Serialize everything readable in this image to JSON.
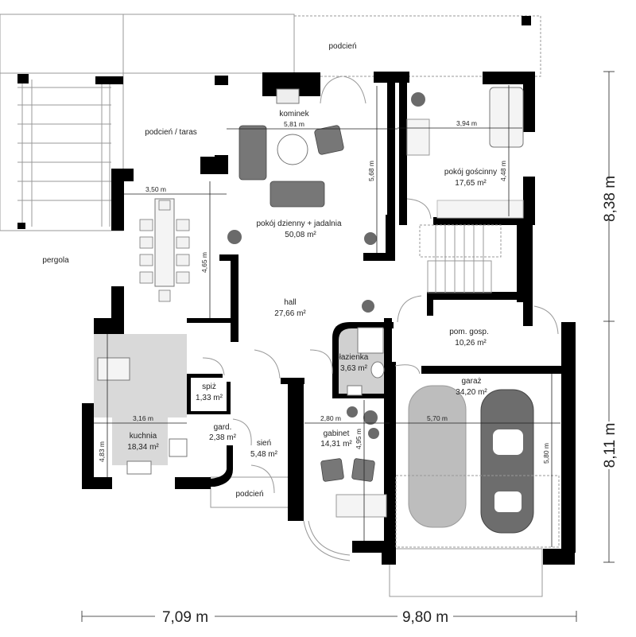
{
  "rooms": {
    "podcien_top": {
      "name": "podcień"
    },
    "taras": {
      "name": "podcień / taras"
    },
    "pergola": {
      "name": "pergola"
    },
    "kominek": {
      "name": "kominek"
    },
    "living": {
      "name": "pokój dzienny + jadalnia",
      "area": "50,08 m²"
    },
    "guest": {
      "name": "pokój gościnny",
      "area": "17,65 m²"
    },
    "hall": {
      "name": "hall",
      "area": "27,66 m²"
    },
    "bath": {
      "name": "łazienka",
      "area": "3,63 m²"
    },
    "utility": {
      "name": "pom. gosp.",
      "area": "10,26 m²"
    },
    "garage": {
      "name": "garaż",
      "area": "34,20 m²"
    },
    "pantry": {
      "name": "spiż",
      "area": "1,33 m²"
    },
    "wardrobe": {
      "name": "gard.",
      "area": "2,38 m²"
    },
    "kitchen": {
      "name": "kuchnia",
      "area": "18,34 m²"
    },
    "vestibule": {
      "name": "sień",
      "area": "5,48 m²"
    },
    "office": {
      "name": "gabinet",
      "area": "14,31 m²"
    },
    "podcien_entry": {
      "name": "podcień"
    }
  },
  "dimensions": {
    "living_width": "5,81 m",
    "living_depth": "5,68 m",
    "dining_width": "3,50 m",
    "dining_depth": "4,65 m",
    "guest_width": "3,94 m",
    "guest_depth": "4,48 m",
    "kitchen_width": "3,16 m",
    "kitchen_depth": "4,83 m",
    "office_width": "2,80 m",
    "office_depth": "4,95 m",
    "garage_width": "5,70 m",
    "garage_depth": "5,80 m",
    "overall_width_left": "7,09 m",
    "overall_width_right": "9,80 m",
    "overall_depth_top": "8,38 m",
    "overall_depth_bottom": "8,11 m"
  },
  "colors": {
    "walls": "#000000",
    "kitchen_floor": "#d9d9d9",
    "furniture": "#777777"
  }
}
